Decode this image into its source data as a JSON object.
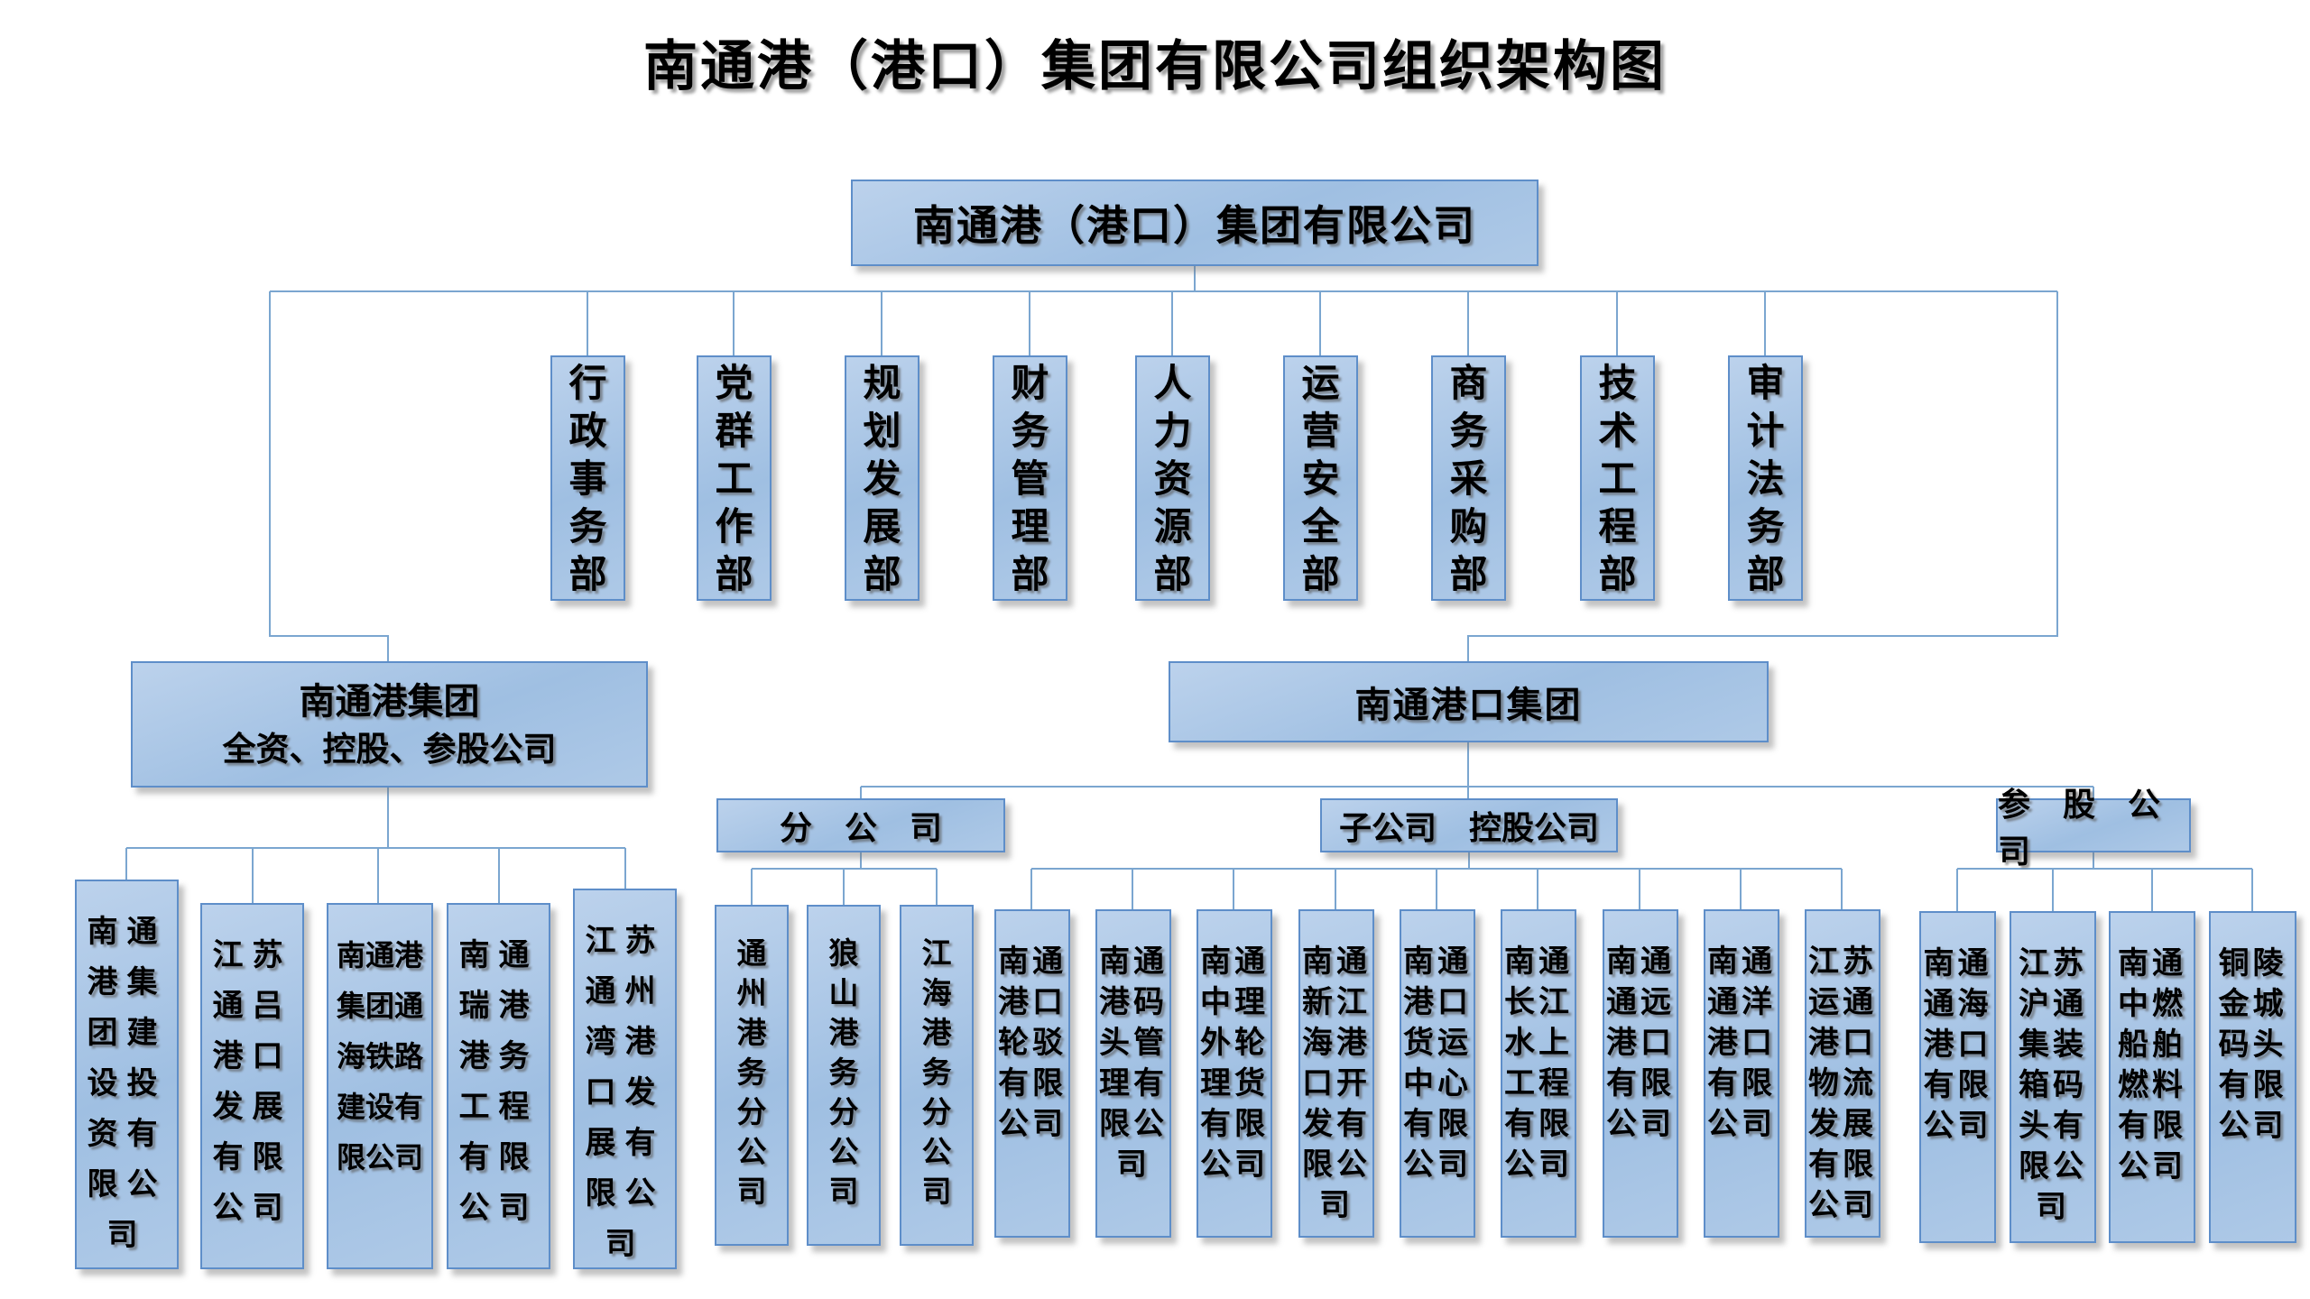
{
  "title": "南通港（港口）集团有限公司组织架构图",
  "root": {
    "label": "南通港（港口）集团有限公司"
  },
  "departments": [
    "行政事务部",
    "党群工作部",
    "规划发展部",
    "财务管理部",
    "人力资源部",
    "运营安全部",
    "商务采购部",
    "技术工程部",
    "审计法务部"
  ],
  "groups": {
    "left": {
      "line1": "南通港集团",
      "line2": "全资、控股、参股公司",
      "companies": [
        "南通港集团建设投资有限公司",
        "江苏通吕港口发展有限公司",
        "南通港集团通海铁路建设有限公司",
        "南通瑞港港务工程有限公司",
        "江苏通州湾港口发展有限公司"
      ]
    },
    "right": {
      "label": "南通港口集团",
      "categories": [
        {
          "label": "分　公　司",
          "companies": [
            "通州港务分公司",
            "狼山港务分公司",
            "江海港务分公司"
          ]
        },
        {
          "label": "子公司　控股公司",
          "companies": [
            "南通港口轮驳有限公司",
            "南通港码头管理有限公司",
            "南通中理外轮理货有限公司",
            "南通新江海港口开发有限公司",
            "南通港口货运中心有限公司",
            "南通长江水上工程有限公司",
            "南通通远港口有限公司",
            "南通通洋港口有限公司",
            "江苏运通港口物流发展有限公司"
          ]
        },
        {
          "label": "参　股　公　司",
          "companies": [
            "南通通海港口有限公司",
            "江苏沪通集装箱码头有限公司",
            "南通中燃船舶燃料有限公司",
            "铜陵金城码头有限公司"
          ]
        }
      ]
    }
  },
  "colors": {
    "box_fill_top": "#bcd2ec",
    "box_fill_bottom": "#9fbfe2",
    "box_border": "#5e8ec9",
    "connector": "#7ba6d0",
    "text": "#000000",
    "background": "#ffffff"
  }
}
